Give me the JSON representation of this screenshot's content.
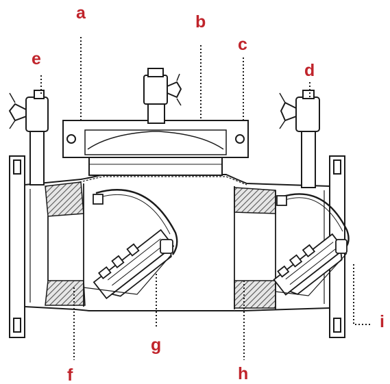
{
  "figure": {
    "label_color": "#c0242b",
    "line_color": "#1a1a1a",
    "hatch_color": "#555555",
    "labels": {
      "a": "a",
      "b": "b",
      "c": "c",
      "d": "d",
      "e": "e",
      "f": "f",
      "g": "g",
      "h": "h",
      "i": "i"
    }
  }
}
